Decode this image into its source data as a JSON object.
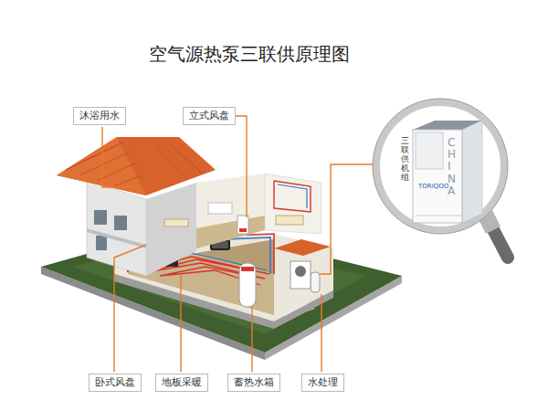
{
  "diagram": {
    "title": "空气源热泵三联供原理图",
    "nodes": [
      {
        "text": [
          "沐浴用水"
        ]
      },
      {
        "text": [
          "立式风盘"
        ]
      },
      {
        "text": [
          "卧式风盘"
        ]
      },
      {
        "text": [
          "地板采暖"
        ]
      },
      {
        "text": [
          "蓄热水箱"
        ]
      },
      {
        "text": [
          "水处理"
        ]
      }
    ],
    "labels": [
      "三联供机组",
      "CHINA",
      "TORIQOO"
    ]
  }
}
